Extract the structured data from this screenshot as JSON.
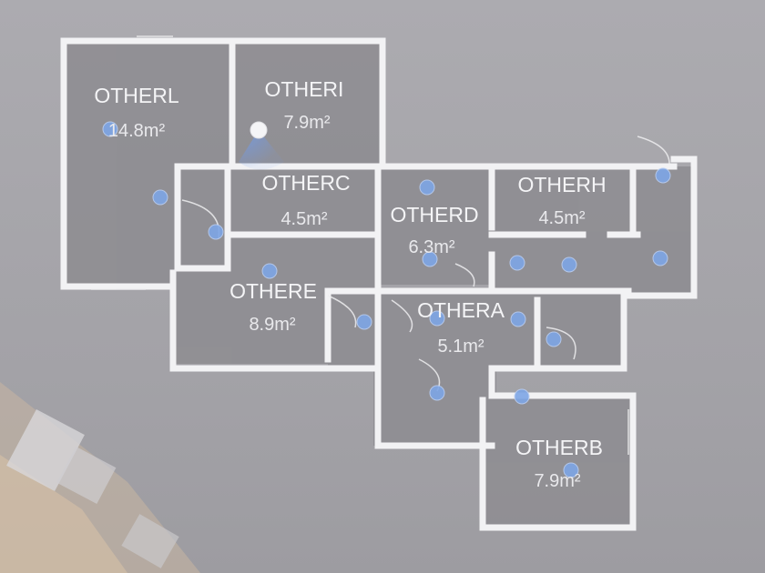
{
  "floorplan": {
    "rooms": [
      {
        "id": "otherl",
        "name": "OTHERL",
        "area": "14.8m²"
      },
      {
        "id": "otheri",
        "name": "OTHERI",
        "area": "7.9m²"
      },
      {
        "id": "otherc",
        "name": "OTHERC",
        "area": "4.5m²"
      },
      {
        "id": "otherd",
        "name": "OTHERD",
        "area": "6.3m²"
      },
      {
        "id": "otherh",
        "name": "OTHERH",
        "area": "4.5m²"
      },
      {
        "id": "othere",
        "name": "OTHERE",
        "area": "8.9m²"
      },
      {
        "id": "othera",
        "name": "OTHERA",
        "area": "5.1m²"
      },
      {
        "id": "otherb",
        "name": "OTHERB",
        "area": "7.9m²"
      }
    ]
  },
  "colors": {
    "wall": "#f2f2f4",
    "room_fill": "#8f8e93",
    "label_text": "#f4f4f6",
    "marker": "#7ea6e6",
    "current_position": "#f5f5f7",
    "view_cone": "#6f9cf0"
  }
}
